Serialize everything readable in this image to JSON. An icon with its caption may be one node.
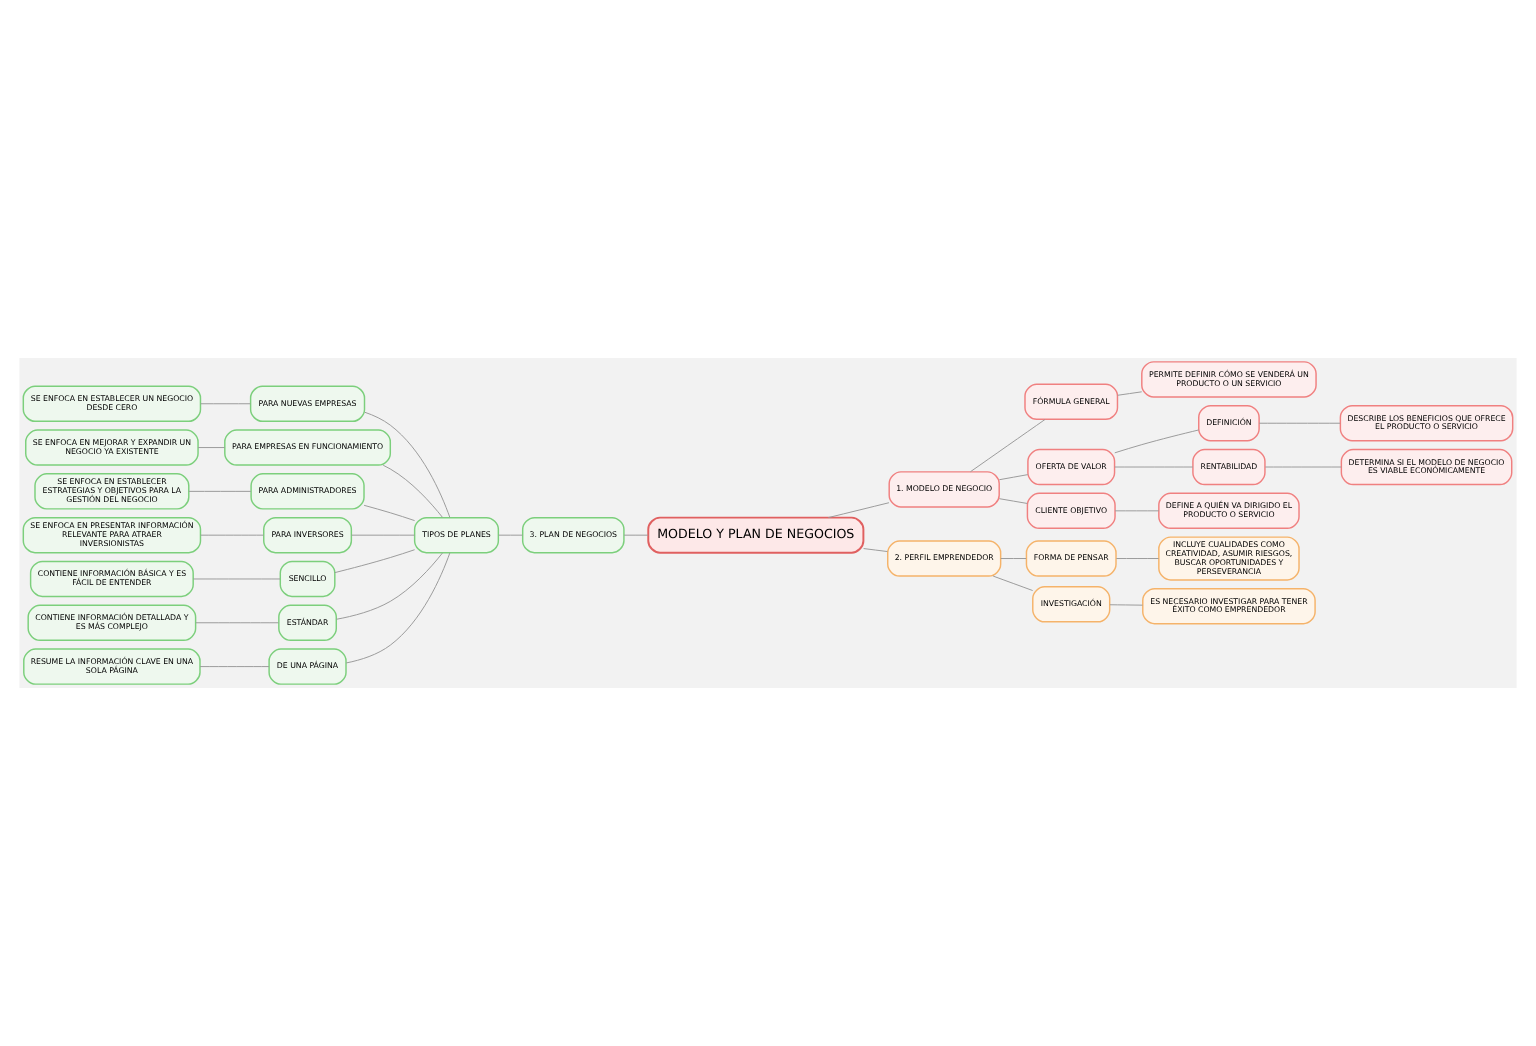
{
  "diagram": {
    "nodes": [
      {
        "text": [
          "MODELO Y PLAN DE NEGOCIOS"
        ]
      },
      {
        "text": [
          "1. MODELO DE NEGOCIO"
        ]
      },
      {
        "text": [
          "FÓRMULA GENERAL"
        ]
      },
      {
        "text": [
          "PERMITE DEFINIR CÓMO SE VENDERÁ UN PRODUCTO O UN SERVICIO"
        ]
      },
      {
        "text": [
          "OFERTA DE VALOR"
        ]
      },
      {
        "text": [
          "DEFINICIÓN"
        ]
      },
      {
        "text": [
          "DESCRIBE LOS BENEFICIOS QUE OFRECE EL PRODUCTO O SERVICIO"
        ]
      },
      {
        "text": [
          "RENTABILIDAD"
        ]
      },
      {
        "text": [
          "DETERMINA SI EL MODELO DE NEGOCIO ES VIABLE ECONÓMICAMENTE"
        ]
      },
      {
        "text": [
          "CLIENTE OBJETIVO"
        ]
      },
      {
        "text": [
          "DEFINE A QUIÉN VA DIRIGIDO EL PRODUCTO O SERVICIO"
        ]
      },
      {
        "text": [
          "2. PERFIL EMPRENDEDOR"
        ]
      },
      {
        "text": [
          "FORMA DE PENSAR"
        ]
      },
      {
        "text": [
          "INCLUYE CUALIDADES COMO CREATIVIDAD, ASUMIR RIESGOS, BUSCAR OPORTUNIDADES Y PERSEVERANCIA"
        ]
      },
      {
        "text": [
          "INVESTIGACIÓN"
        ]
      },
      {
        "text": [
          "ES NECESARIO INVESTIGAR PARA TENER ÉXITO COMO EMPRENDEDOR"
        ]
      },
      {
        "text": [
          "3. PLAN DE NEGOCIOS"
        ]
      },
      {
        "text": [
          "TIPOS DE PLANES"
        ]
      },
      {
        "text": [
          "PARA NUEVAS EMPRESAS"
        ]
      },
      {
        "text": [
          "SE ENFOCA EN ESTABLECER UN NEGOCIO DESDE CERO"
        ]
      },
      {
        "text": [
          "PARA EMPRESAS EN FUNCIONAMIENTO"
        ]
      },
      {
        "text": [
          "SE ENFOCA EN MEJORAR Y EXPANDIR UN NEGOCIO YA EXISTENTE"
        ]
      },
      {
        "text": [
          "PARA ADMINISTRADORES"
        ]
      },
      {
        "text": [
          "SE ENFOCA EN ESTABLECER ESTRATEGIAS Y OBJETIVOS PARA LA GESTIÓN DEL NEGOCIO"
        ]
      },
      {
        "text": [
          "PARA INVERSORES"
        ]
      },
      {
        "text": [
          "SE ENFOCA EN PRESENTAR INFORMACIÓN RELEVANTE PARA ATRAER INVERSIONISTAS"
        ]
      },
      {
        "text": [
          "SENCILLO"
        ]
      },
      {
        "text": [
          "CONTIENE INFORMACIÓN BÁSICA Y ES FÁCIL DE ENTENDER"
        ]
      },
      {
        "text": [
          "ESTÁNDAR"
        ]
      },
      {
        "text": [
          "CONTIENE INFORMACIÓN DETALLADA Y ES MÁS COMPLEJO"
        ]
      },
      {
        "text": [
          "DE UNA PÁGINA"
        ]
      },
      {
        "text": [
          "RESUME LA INFORMACIÓN CLAVE EN UNA SOLA PÁGINA"
        ]
      }
    ],
    "edges": [
      {
        "from": 0,
        "to": 1,
        "arrow": "none"
      },
      {
        "from": 1,
        "to": 2,
        "arrow": "none"
      },
      {
        "from": 2,
        "to": 3,
        "arrow": "none"
      },
      {
        "from": 1,
        "to": 4,
        "arrow": "none"
      },
      {
        "from": 4,
        "to": 5,
        "arrow": "none"
      },
      {
        "from": 5,
        "to": 6,
        "arrow": "none"
      },
      {
        "from": 4,
        "to": 7,
        "arrow": "none"
      },
      {
        "from": 7,
        "to": 8,
        "arrow": "none"
      },
      {
        "from": 1,
        "to": 9,
        "arrow": "none"
      },
      {
        "from": 9,
        "to": 10,
        "arrow": "none"
      },
      {
        "from": 0,
        "to": 11,
        "arrow": "none"
      },
      {
        "from": 11,
        "to": 12,
        "arrow": "none"
      },
      {
        "from": 12,
        "to": 13,
        "arrow": "none"
      },
      {
        "from": 11,
        "to": 14,
        "arrow": "none"
      },
      {
        "from": 14,
        "to": 15,
        "arrow": "none"
      },
      {
        "from": 0,
        "to": 16,
        "arrow": "none"
      },
      {
        "from": 16,
        "to": 17,
        "arrow": "none"
      },
      {
        "from": 17,
        "to": 18,
        "arrow": "none"
      },
      {
        "from": 18,
        "to": 19,
        "arrow": "none"
      },
      {
        "from": 17,
        "to": 20,
        "arrow": "none"
      },
      {
        "from": 20,
        "to": 21,
        "arrow": "none"
      },
      {
        "from": 17,
        "to": 22,
        "arrow": "none"
      },
      {
        "from": 22,
        "to": 23,
        "arrow": "none"
      },
      {
        "from": 17,
        "to": 24,
        "arrow": "none"
      },
      {
        "from": 24,
        "to": 25,
        "arrow": "none"
      },
      {
        "from": 17,
        "to": 26,
        "arrow": "none"
      },
      {
        "from": 26,
        "to": 27,
        "arrow": "none"
      },
      {
        "from": 17,
        "to": 28,
        "arrow": "none"
      },
      {
        "from": 28,
        "to": 29,
        "arrow": "none"
      },
      {
        "from": 17,
        "to": 30,
        "arrow": "none"
      },
      {
        "from": 30,
        "to": 31,
        "arrow": "none"
      }
    ]
  }
}
